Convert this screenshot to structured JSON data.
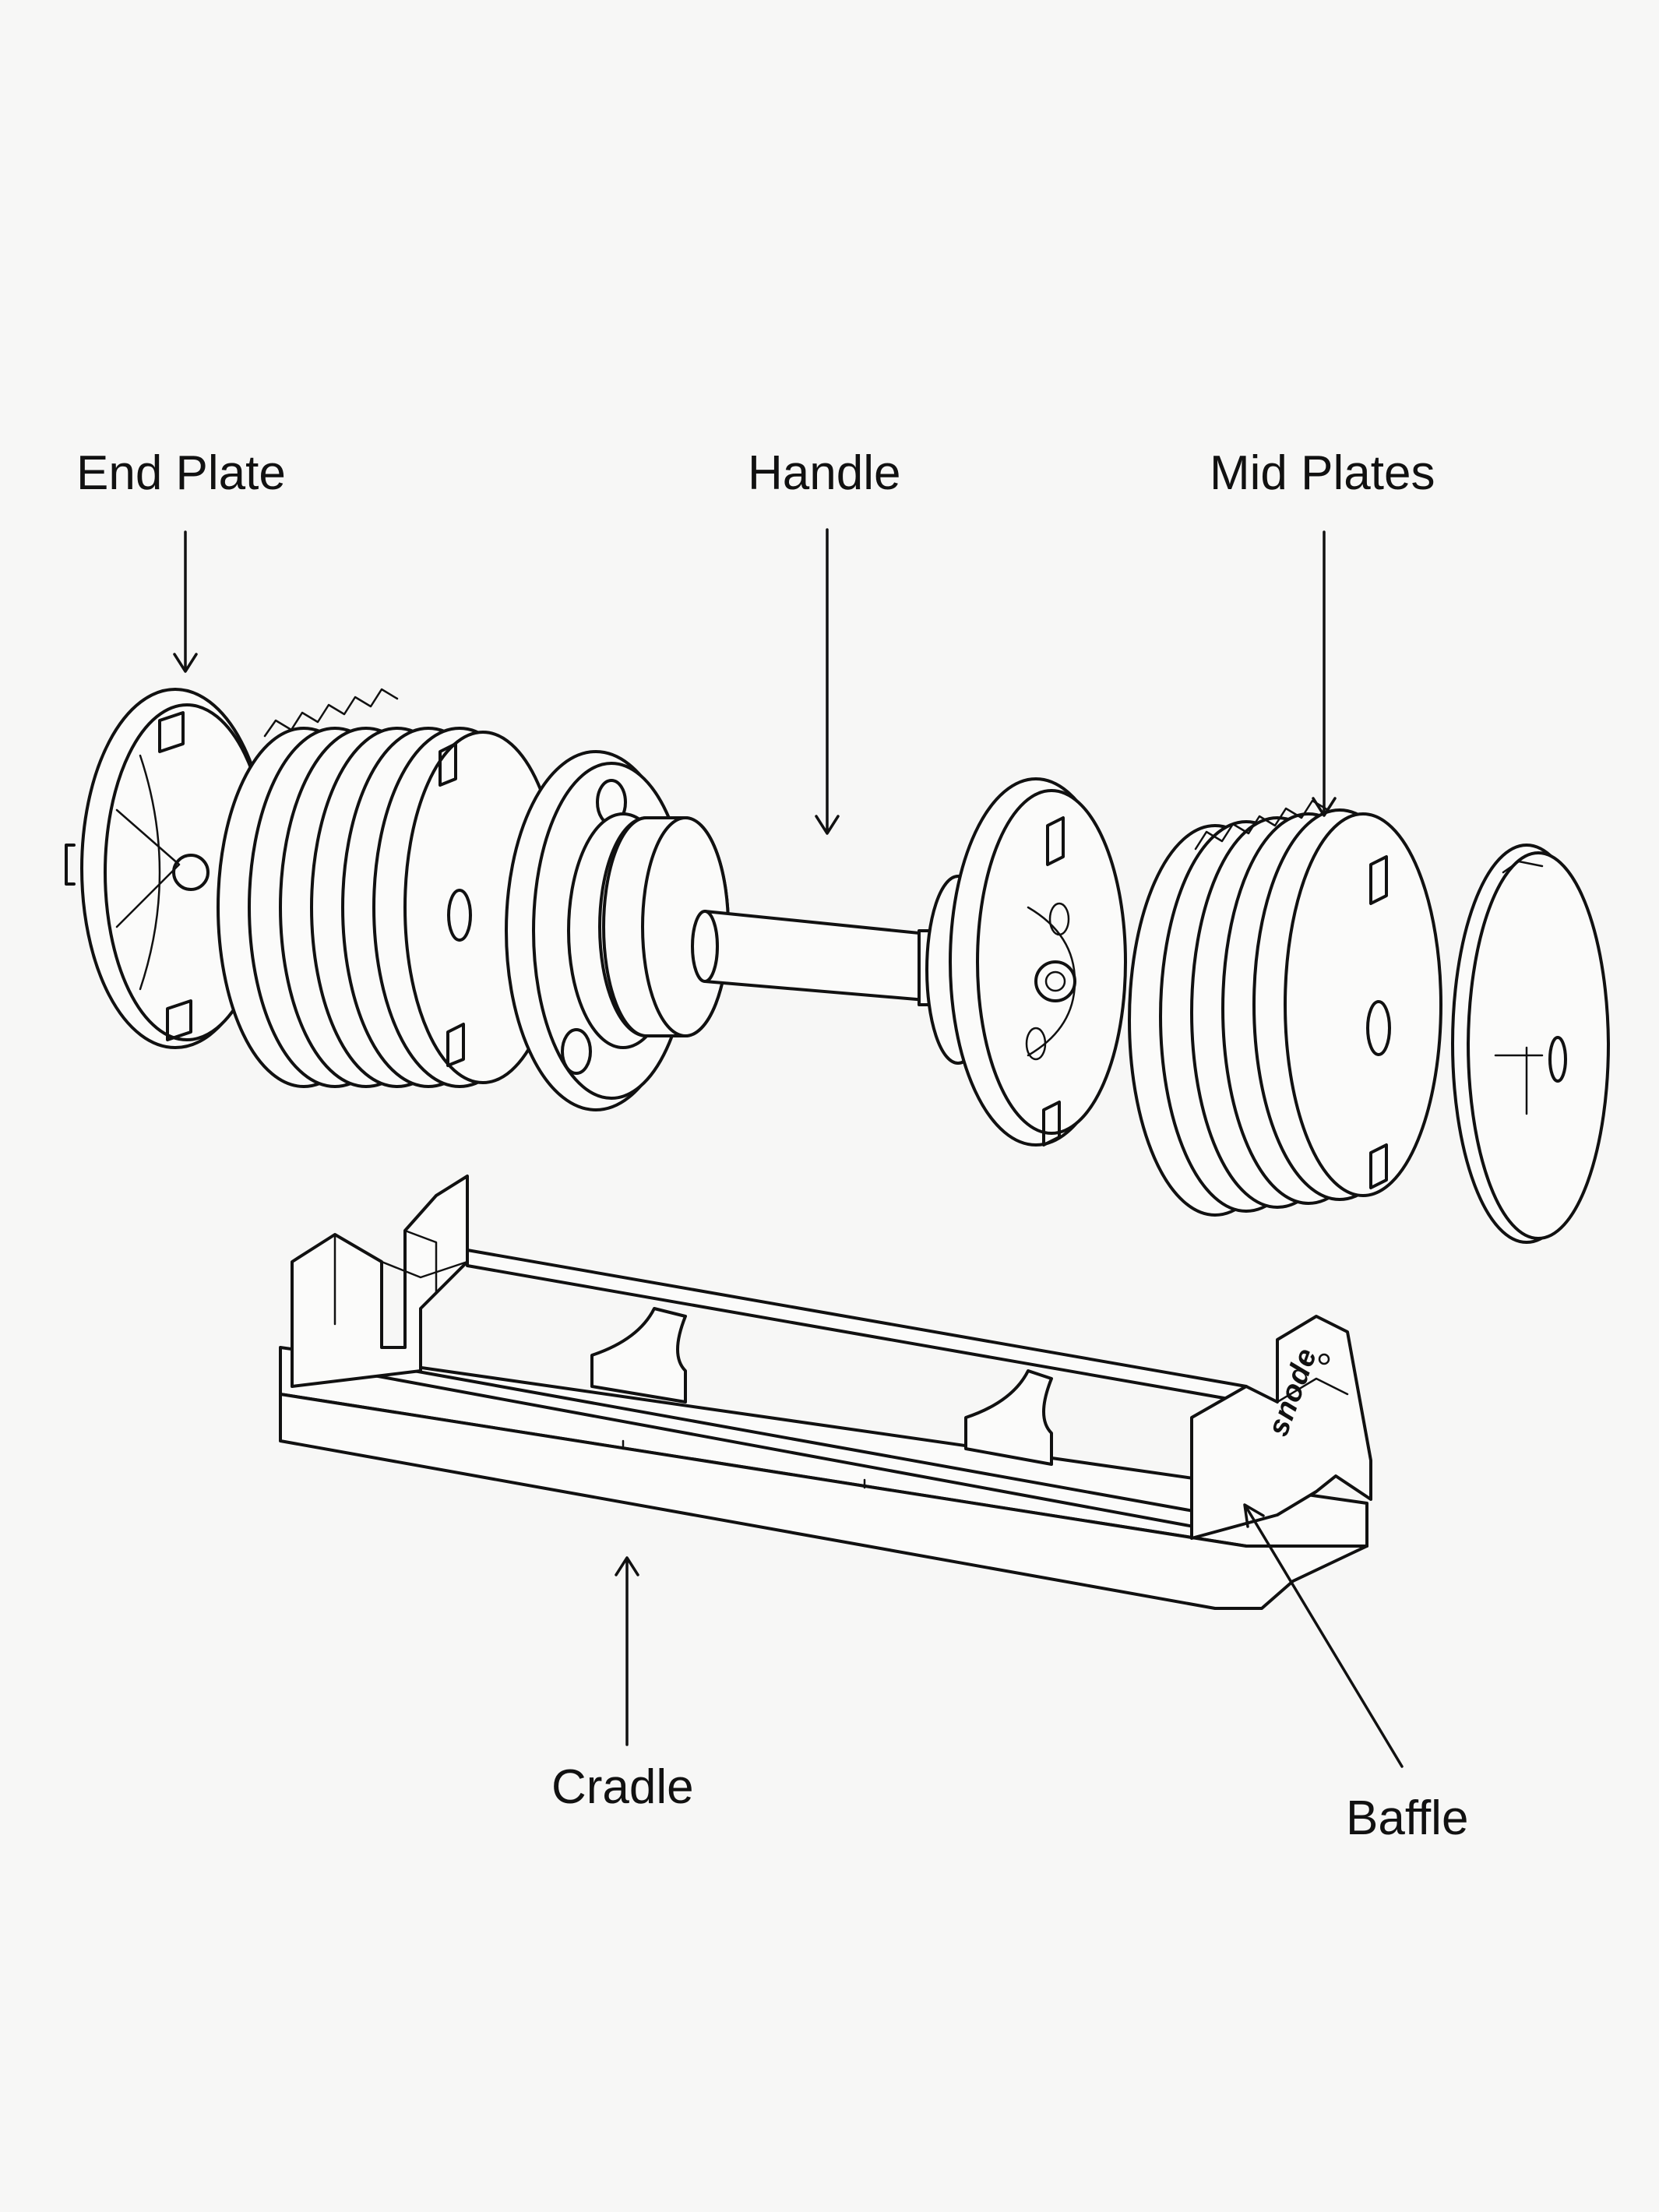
{
  "labels": {
    "end_plate": "End Plate",
    "handle": "Handle",
    "mid_plates": "Mid Plates",
    "cradle": "Cradle",
    "baffle": "Baffle"
  },
  "brand_mark": "snode",
  "colors": {
    "background": "#f7f7f6",
    "line": "#111111"
  }
}
